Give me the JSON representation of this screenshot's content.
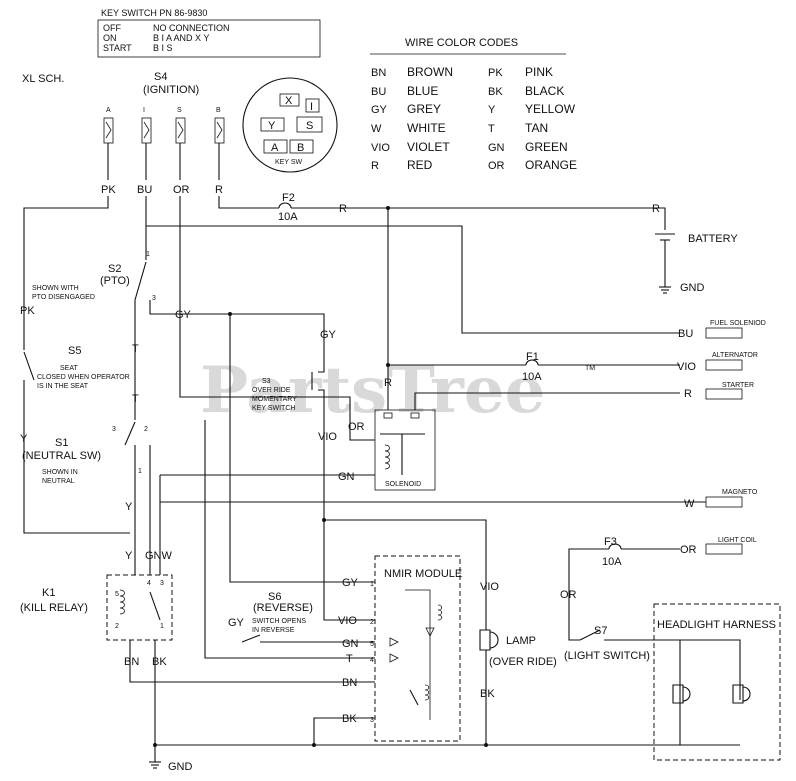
{
  "key_switch_table": {
    "title": "KEY SWITCH PN 86-9830",
    "rows": [
      {
        "pos": "OFF",
        "conn": "NO CONNECTION"
      },
      {
        "pos": "ON",
        "conn": "B I A     AND   X Y"
      },
      {
        "pos": "START",
        "conn": "B I S"
      }
    ]
  },
  "schematic_label": "XL SCH.",
  "ignition": {
    "name": "S4",
    "desc": "(IGNITION)",
    "terminals": [
      "A",
      "I",
      "S",
      "B"
    ],
    "wire_colors": [
      "PK",
      "BU",
      "OR",
      "R"
    ],
    "keysw_label": "KEY SW",
    "keysw_letters": [
      "X",
      "I",
      "Y",
      "S",
      "A",
      "B"
    ]
  },
  "wire_color_codes": {
    "title": "WIRE COLOR CODES",
    "left": [
      {
        "code": "BN",
        "name": "BROWN"
      },
      {
        "code": "BU",
        "name": "BLUE"
      },
      {
        "code": "GY",
        "name": "GREY"
      },
      {
        "code": "W",
        "name": "WHITE"
      },
      {
        "code": "VIO",
        "name": "VIOLET"
      },
      {
        "code": "R",
        "name": "RED"
      }
    ],
    "right": [
      {
        "code": "PK",
        "name": "PINK"
      },
      {
        "code": "BK",
        "name": "BLACK"
      },
      {
        "code": "Y",
        "name": "YELLOW"
      },
      {
        "code": "T",
        "name": "TAN"
      },
      {
        "code": "GN",
        "name": "GREEN"
      },
      {
        "code": "OR",
        "name": "ORANGE"
      }
    ]
  },
  "fuses": {
    "f1": {
      "name": "F1",
      "rating": "10A"
    },
    "f2": {
      "name": "F2",
      "rating": "10A"
    },
    "f3": {
      "name": "F3",
      "rating": "10A"
    }
  },
  "battery": {
    "label": "BATTERY",
    "gnd": "GND"
  },
  "connectors": {
    "fuel_solenoid": {
      "label": "FUEL SOLENIOD",
      "wire": "BU"
    },
    "alternator": {
      "label": "ALTERNATOR",
      "wire": "VIO"
    },
    "starter": {
      "label": "STARTER",
      "wire": "R"
    },
    "magneto": {
      "label": "MAGNETO",
      "wire": "W"
    },
    "light_coil": {
      "label": "LIGHT COIL",
      "wire": "OR"
    }
  },
  "switches": {
    "s2": {
      "name": "S2",
      "desc": "(PTO)",
      "note1": "SHOWN WITH",
      "note2": "PTO DISENGAGED"
    },
    "s5": {
      "name": "S5",
      "note1": "SEAT",
      "note2": "CLOSED WHEN OPERATOR",
      "note3": "IS IN THE SEAT"
    },
    "s1": {
      "name": "S1",
      "desc": "(NEUTRAL SW)",
      "note1": "SHOWN IN",
      "note2": "NEUTRAL"
    },
    "s3": {
      "name": "S3",
      "note1": "OVER RIDE",
      "note2": "MOMENTARY",
      "note3": "KEY SWITCH"
    },
    "s6": {
      "name": "S6",
      "desc": "(REVERSE)",
      "note1": "SWITCH OPENS",
      "note2": "IN REVERSE"
    },
    "s7": {
      "name": "S7",
      "desc": "(LIGHT SWITCH)"
    }
  },
  "solenoid_label": "SOLENOID",
  "kill_relay": {
    "name": "K1",
    "desc": "(KILL RELAY)",
    "pins": [
      "5",
      "4",
      "3",
      "2",
      "1"
    ]
  },
  "nmir_module": {
    "label": "NMIR MODULE",
    "pins": [
      "1",
      "2",
      "5",
      "4",
      "3"
    ]
  },
  "lamp": {
    "label": "LAMP",
    "desc": "(OVER RIDE)"
  },
  "headlight_harness": {
    "label": "HEADLIGHT HARNESS"
  },
  "wire_labels": {
    "pk": "PK",
    "y": "Y",
    "gy": "GY",
    "t": "T",
    "r": "R",
    "vio": "VIO",
    "or": "OR",
    "gn": "GN",
    "w": "W",
    "gnw": "GNW",
    "bn": "BN",
    "bk": "BK"
  },
  "switch_pins": {
    "one": "1",
    "two": "2",
    "three": "3"
  },
  "ground_label": "GND",
  "watermark": {
    "text": "PartsTree",
    "tm": "TM"
  }
}
